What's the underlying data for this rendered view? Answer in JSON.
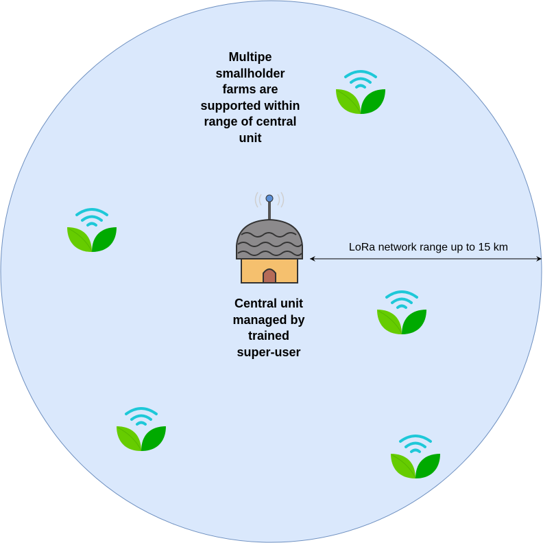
{
  "notes": {
    "farms_text": "Multipe\nsmallholder\nfarms are\nsupported within\nrange of central\nunit",
    "central_text": "Central unit\nmanaged by\ntrained\nsuper-user",
    "range_text": "LoRa network range up to 15 km"
  },
  "icons": {
    "central": "hut-with-antenna-icon",
    "farm": "sensor-plant-icon"
  },
  "colors": {
    "range_fill": "#dae8fc",
    "range_stroke": "#6c8ebf",
    "leaf_light": "#66cc00",
    "leaf_dark": "#00aa00",
    "signal": "#1ec8d8",
    "hut_wall": "#f5c06e",
    "hut_roof": "#8c8a8c",
    "hut_door": "#b56b58",
    "arrow": "#000000"
  },
  "farm_count": 5
}
